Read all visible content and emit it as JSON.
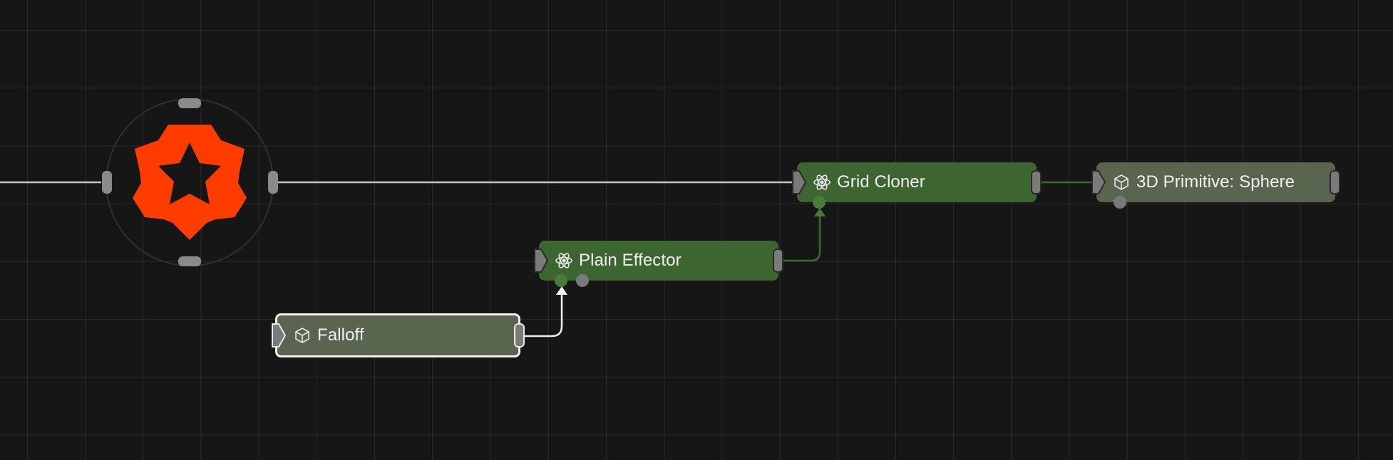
{
  "nodes": {
    "grid_cloner": {
      "label": "Grid Cloner",
      "icon": "atom-icon",
      "kind": "effector"
    },
    "sphere": {
      "label": "3D Primitive: Sphere",
      "icon": "cube-icon",
      "kind": "object"
    },
    "plain_effector": {
      "label": "Plain Effector",
      "icon": "atom-icon",
      "kind": "effector"
    },
    "falloff": {
      "label": "Falloff",
      "icon": "cube-icon",
      "kind": "object",
      "selected": true
    }
  },
  "root": {
    "icon": "gear-logo-icon"
  },
  "colors": {
    "background": "#161616",
    "effector_node": "#3d6530",
    "object_node": "#5a6550",
    "logo": "#ff3c00",
    "wire_default": "#bdbdbd",
    "wire_effector": "#3a6a30"
  }
}
